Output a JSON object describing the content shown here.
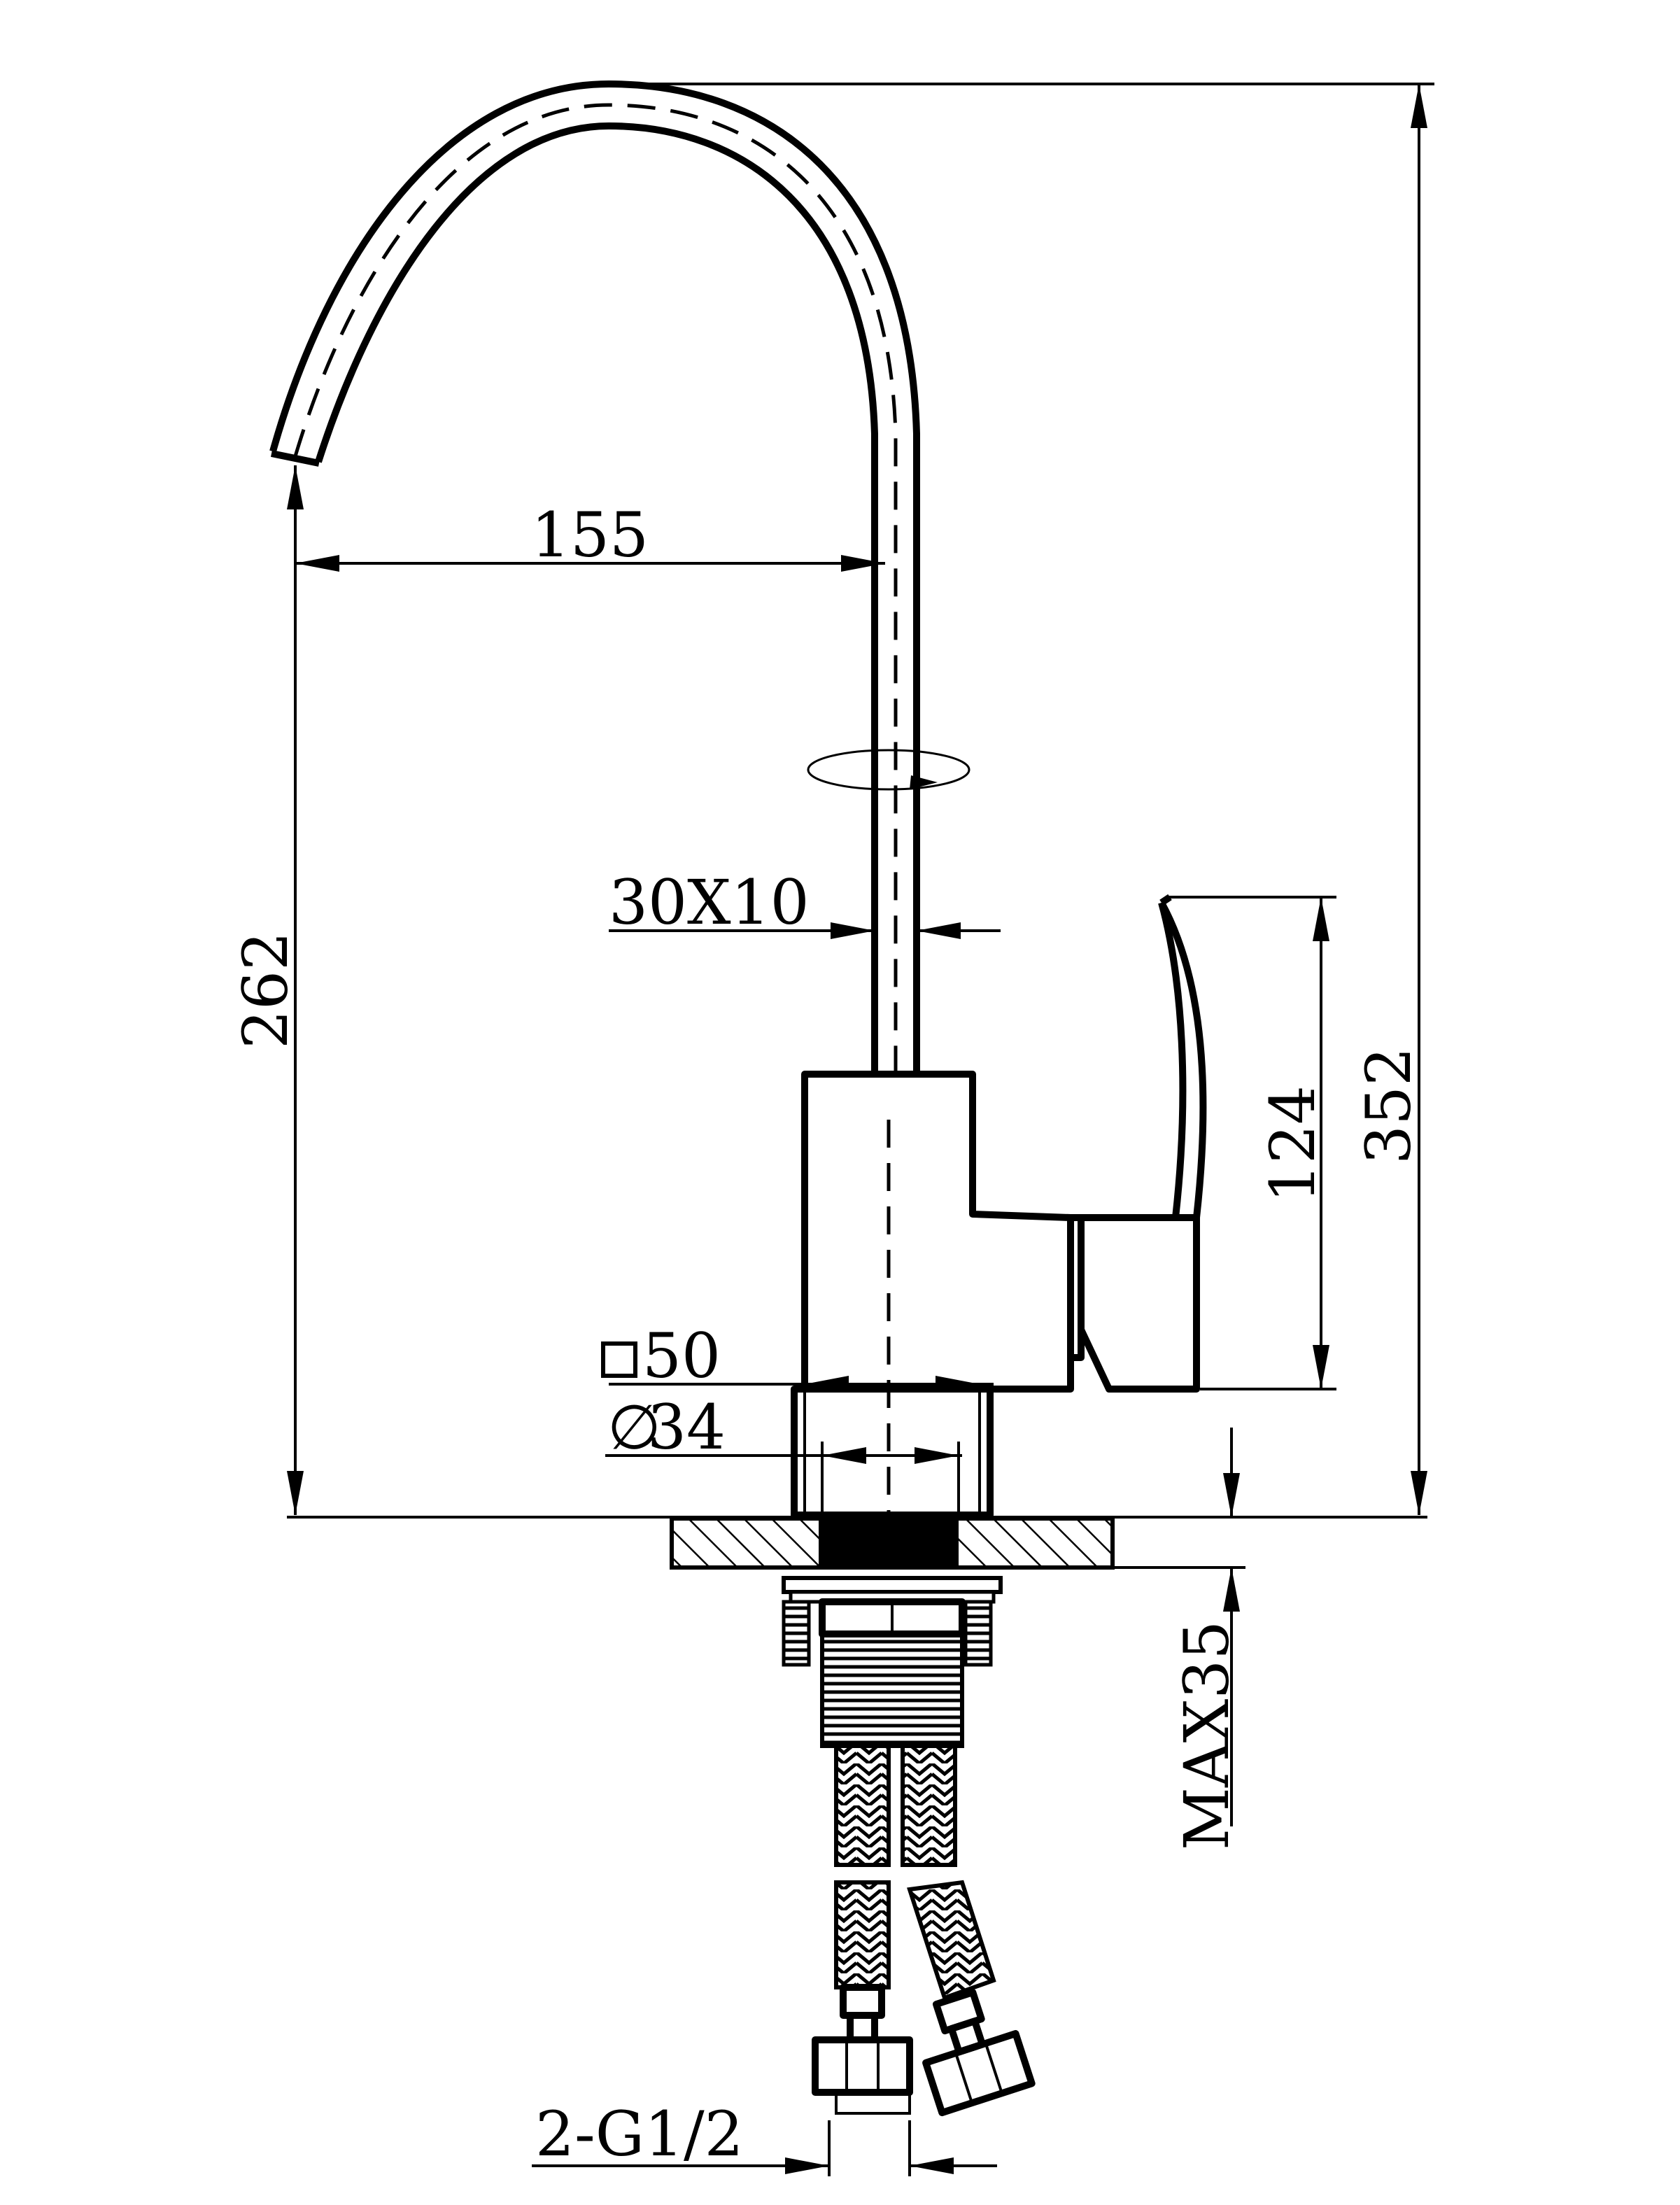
{
  "dimensions": {
    "spout_reach": "155",
    "spout_height": "262",
    "overall_height": "352",
    "handle_height": "124",
    "spout_section": "30X10",
    "base_square": "50",
    "base_diameter": "34",
    "max_deck_thickness": "MAX35",
    "inlet_thread": "2-G1/2"
  },
  "symbols": {
    "square": "square-icon",
    "diameter": "∅",
    "rotation": "rotation-arrow-icon"
  },
  "colors": {
    "line": "#000000",
    "background": "#ffffff"
  }
}
